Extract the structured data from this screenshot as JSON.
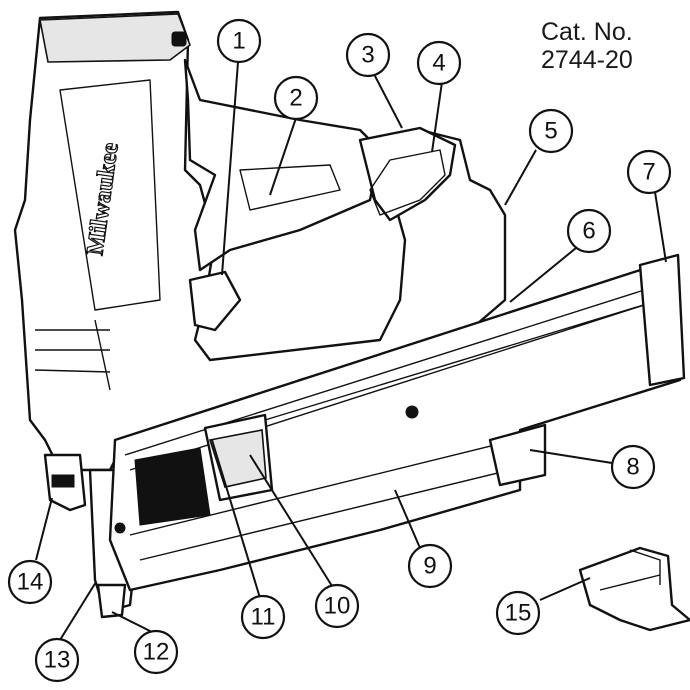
{
  "catalog": {
    "line1": "Cat. No.",
    "line2": "2744-20"
  },
  "callouts": [
    "1",
    "2",
    "3",
    "4",
    "5",
    "6",
    "7",
    "8",
    "9",
    "10",
    "11",
    "12",
    "13",
    "14",
    "15"
  ]
}
